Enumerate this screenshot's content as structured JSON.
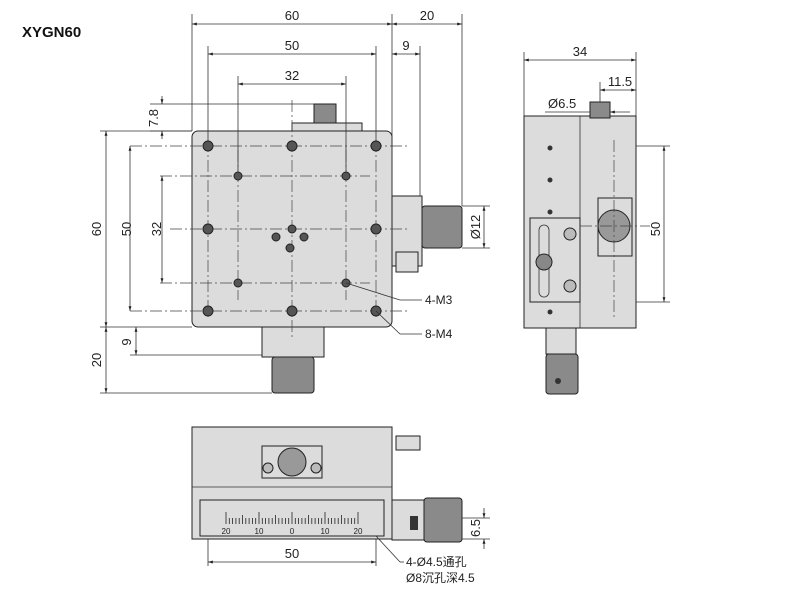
{
  "title": "XYGN60",
  "top_view": {
    "dims": {
      "width_60": "60",
      "offset_20": "20",
      "width_50": "50",
      "offset_9": "9",
      "width_32": "32",
      "height_7_8": "7.8",
      "height_60": "60",
      "height_50": "50",
      "height_32": "32",
      "knob_dia": "Ø12",
      "bottom_20": "20",
      "bottom_9": "9"
    },
    "callouts": {
      "m3": "4-M3",
      "m4": "8-M4"
    }
  },
  "side_view": {
    "dims": {
      "width_34": "34",
      "offset_11_5": "11.5",
      "dia_6_5": "Ø6.5",
      "height_50": "50"
    }
  },
  "front_view": {
    "dims": {
      "width_50": "50",
      "height_6_5": "6.5"
    },
    "scale_labels": [
      "20",
      "10",
      "0",
      "10",
      "20"
    ],
    "callouts": {
      "through_hole": "4-Ø4.5通孔",
      "counterbore": "Ø8沉孔深4.5"
    }
  }
}
